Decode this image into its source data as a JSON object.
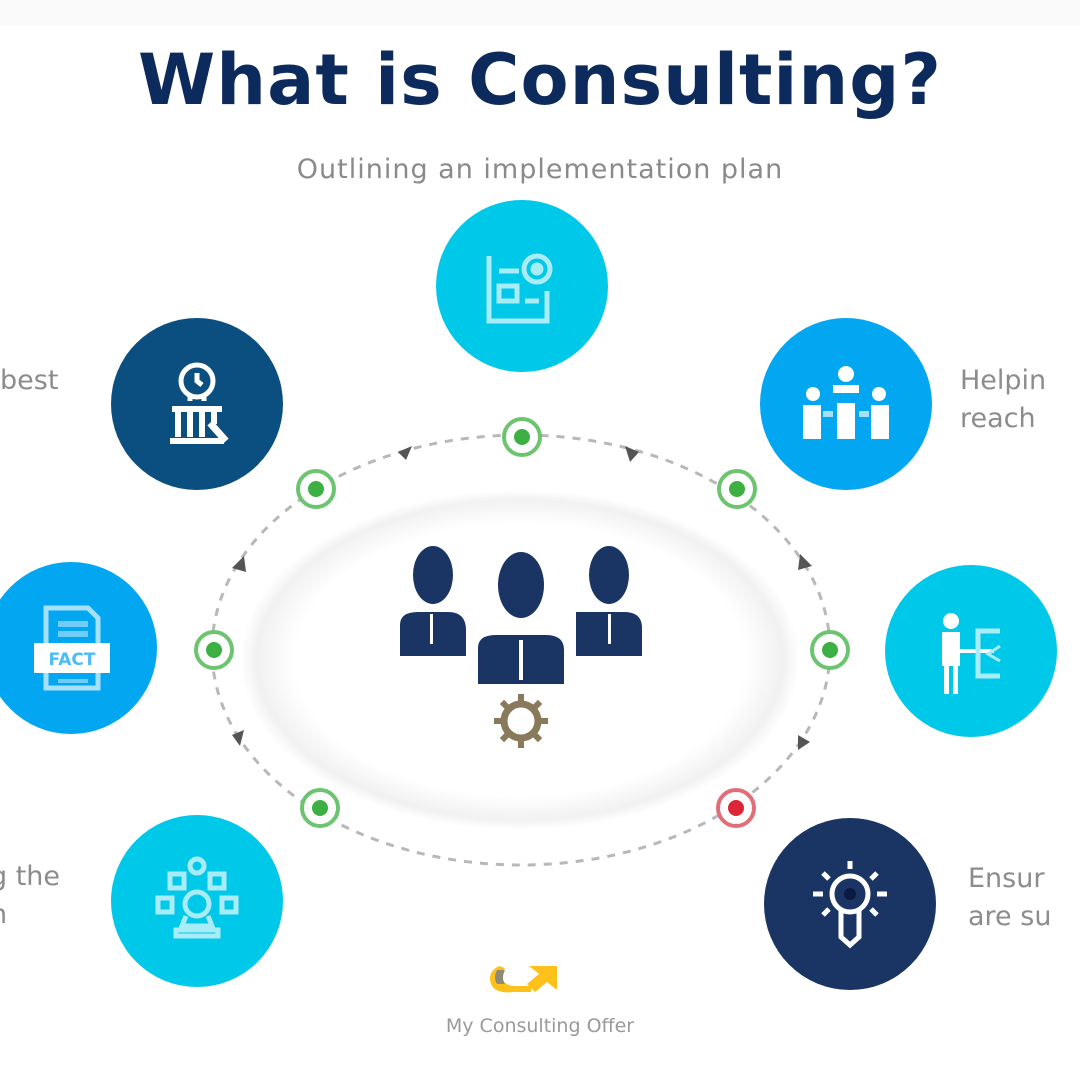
{
  "header": {
    "title": "What is Consulting?",
    "subtitle": "Outlining an implementation plan"
  },
  "colors": {
    "title": "#0d2a5c",
    "cyan": "#00c8e8",
    "blue": "#03a6f0",
    "navy_steel": "#0a4f80",
    "navy": "#1a3563",
    "node_green": "#3cb043",
    "node_red": "#dc2637",
    "gear": "#8a7a5c",
    "logo_yellow": "#fcc21b"
  },
  "steps": [
    {
      "position": "top",
      "icon": "blueprint-gear-icon",
      "label_lines": []
    },
    {
      "position": "top-left",
      "icon": "magnifier-columns-icon",
      "label_lines": [
        "best"
      ]
    },
    {
      "position": "top-right",
      "icon": "team-meeting-icon",
      "label_lines": [
        "Helpin",
        "reach"
      ]
    },
    {
      "position": "left",
      "icon": "fact-document-icon",
      "label_lines": []
    },
    {
      "position": "right",
      "icon": "presenter-board-icon",
      "label_lines": []
    },
    {
      "position": "bottom-left",
      "icon": "network-person-icon",
      "label_lines": [
        "g the",
        "n"
      ]
    },
    {
      "position": "bottom-right",
      "icon": "lightbulb-idea-icon",
      "label_lines": [
        "Ensur",
        "are su"
      ]
    }
  ],
  "center": {
    "icon": "consultants-group-icon",
    "sub_icon": "gear-icon"
  },
  "footer": {
    "logo_icon": "arrow-logo-icon",
    "brand": "My Consulting Offer"
  }
}
